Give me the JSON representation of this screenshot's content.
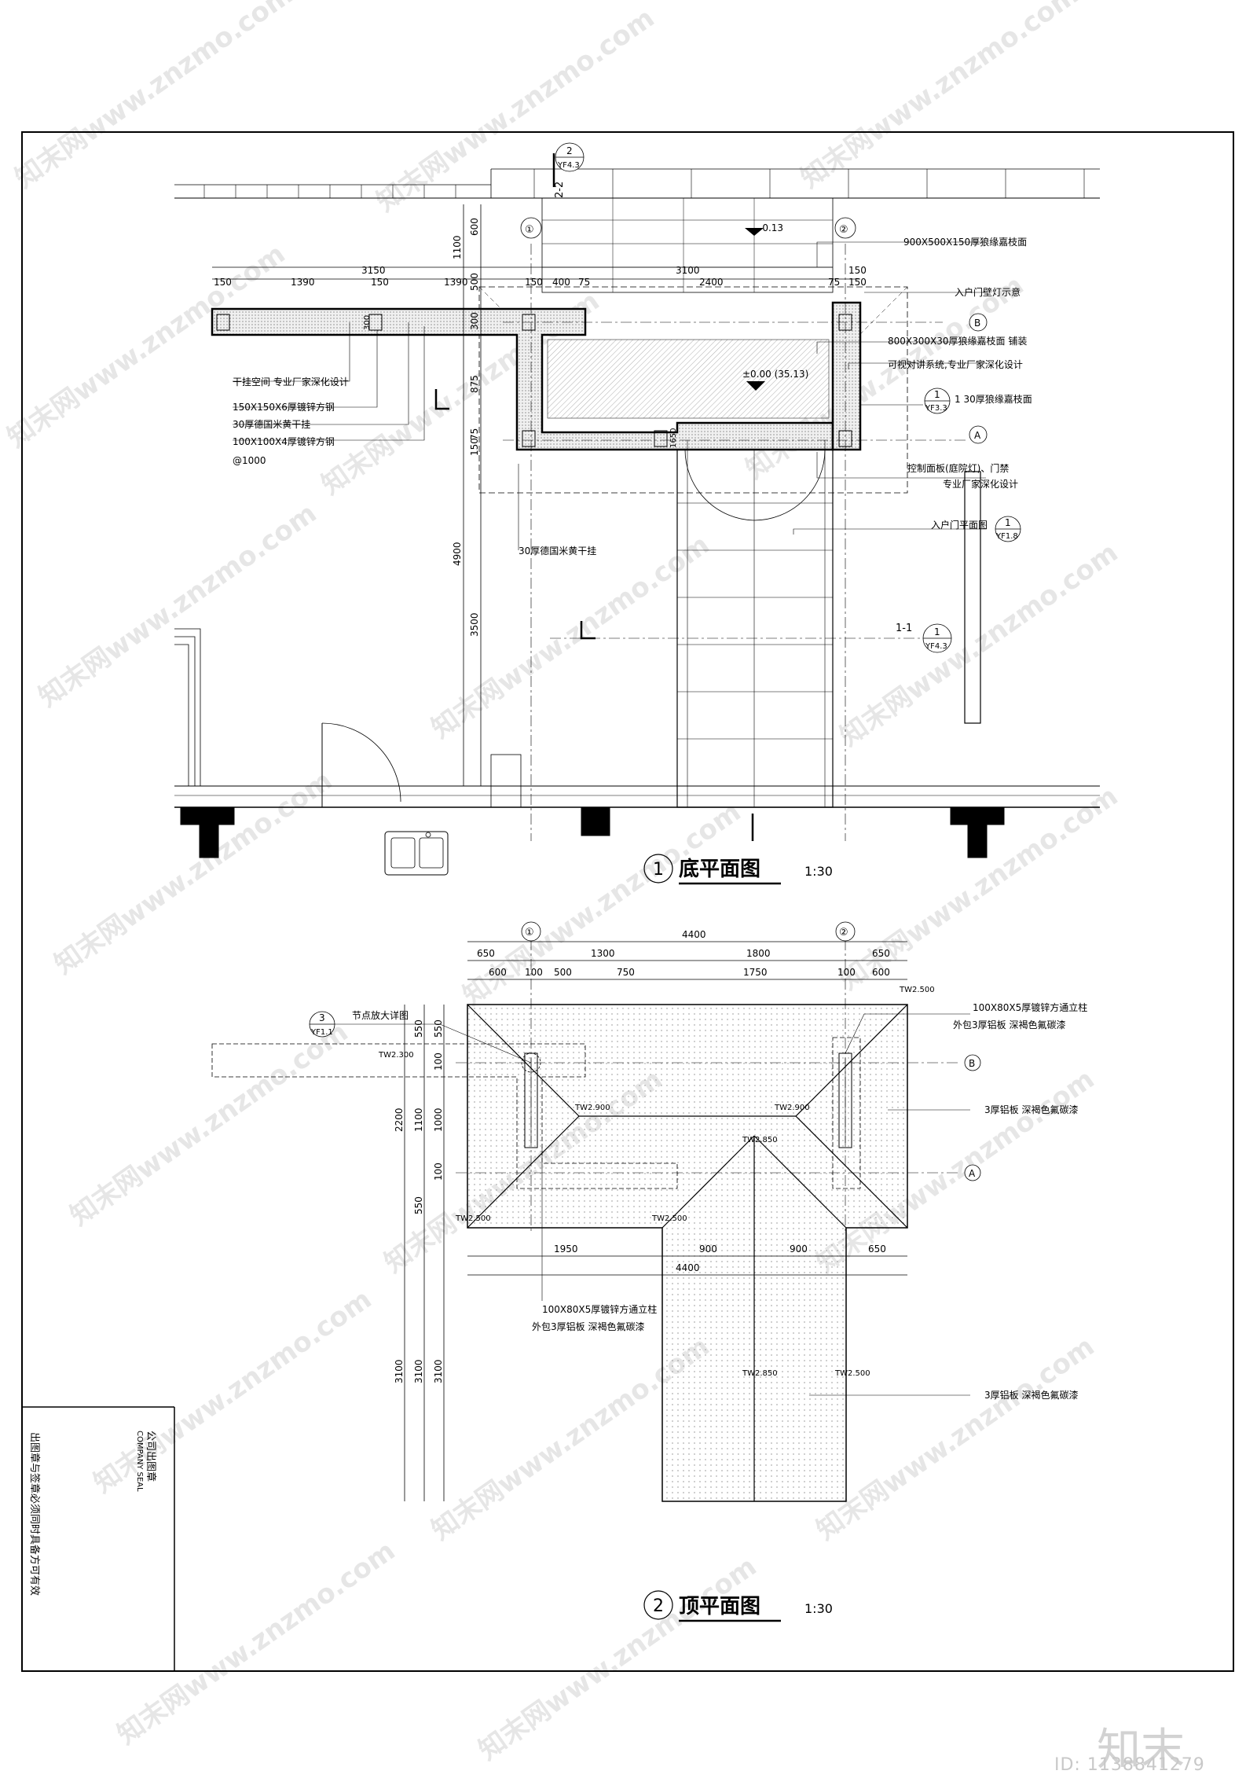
{
  "plan1": {
    "number": "1",
    "title": "底平面图",
    "scale": "1:30",
    "dims_top": [
      "150",
      "1390",
      "150",
      "1390",
      "150",
      "400",
      "75",
      "2400",
      "75",
      "150"
    ],
    "dims_top_total": [
      "3150",
      "3100"
    ],
    "dims_top_right": "150",
    "dims_top_small": [
      "75",
      "150",
      "75"
    ],
    "dims_left": [
      "1100",
      "600",
      "500",
      "300",
      "875",
      "75",
      "150",
      "4900",
      "3500"
    ],
    "dims_wall": [
      "300",
      "75",
      "150",
      "75"
    ],
    "dim_door": "1650",
    "level_top": "-0.13",
    "level_main": "±0.00 (35.13)",
    "axis_1": "①",
    "axis_2": "②",
    "axis_A": "A",
    "axis_B": "B",
    "section_22": "2-2",
    "section_22_ref_num": "2",
    "section_22_ref_sheet": "YF4.3",
    "section_11": "1-1",
    "section_11_ref_num": "1",
    "section_11_ref_sheet": "YF4.3",
    "label_lamp_ref_num": "1",
    "label_lamp_ref_sheet": "YF3.3",
    "label_plan_ref_num": "1",
    "label_plan_ref_sheet": "YF1.8",
    "notes_left": [
      "干挂空间  专业厂家深化设计",
      "150X150X6厚镀锌方钢",
      "30厚德国米黄干挂",
      "100X100X4厚镀锌方钢",
      "@1000"
    ],
    "note_bottom": "30厚德国米黄干挂",
    "notes_right": [
      "900X500X150厚狼缘嘉枝面",
      "入户门壁灯示意",
      "800X300X30厚狼缘嘉枝面  铺装",
      "可视对讲系统,专业厂家深化设计",
      "1 30厚狼缘嘉枝面",
      "控制面板(庭院灯)、门禁",
      "专业厂家深化设计",
      "入户门平面图"
    ]
  },
  "plan2": {
    "number": "2",
    "title": "顶平面图",
    "scale": "1:30",
    "dims_top_row1": [
      "650",
      "1300",
      "1800",
      "650"
    ],
    "dims_top_total": "4400",
    "dims_top_row2": [
      "600",
      "100",
      "500",
      "750",
      "1750",
      "100",
      "600"
    ],
    "dims_bottom_row1": [
      "1950",
      "900",
      "900",
      "650"
    ],
    "dims_bottom_total": "4400",
    "dims_left_col1": [
      "550",
      "100",
      "1000",
      "100",
      "550"
    ],
    "dims_left_col2": [
      "1100"
    ],
    "dims_left_total": "2200",
    "dims_left_bottom": [
      "3100",
      "3100",
      "3100"
    ],
    "levels": [
      "TW2.500",
      "TW2.300",
      "TW2.900",
      "TW2.900",
      "TW2.850",
      "TW2.500",
      "TW2.500",
      "TW2.850",
      "TW2.500"
    ],
    "node_ref_num": "3",
    "node_ref_sheet": "YF1.1",
    "node_label": "节点放大详图",
    "notes_right": [
      "100X80X5厚镀锌方通立柱",
      "外包3厚铝板  深褐色氟碳漆",
      "3厚铝板  深褐色氟碳漆",
      "3厚铝板  深褐色氟碳漆"
    ],
    "notes_bottom": [
      "100X80X5厚镀锌方通立柱",
      "外包3厚铝板  深褐色氟碳漆"
    ]
  },
  "titleblock": {
    "seal_cn": "公司出图章",
    "seal_en": "COMPANY SEAL",
    "validity": "出图章与签章必须同时具备方可有效"
  },
  "watermark": {
    "text": "知末网www.znzmo.com",
    "brand": "知末",
    "id": "ID: 1138841279"
  }
}
